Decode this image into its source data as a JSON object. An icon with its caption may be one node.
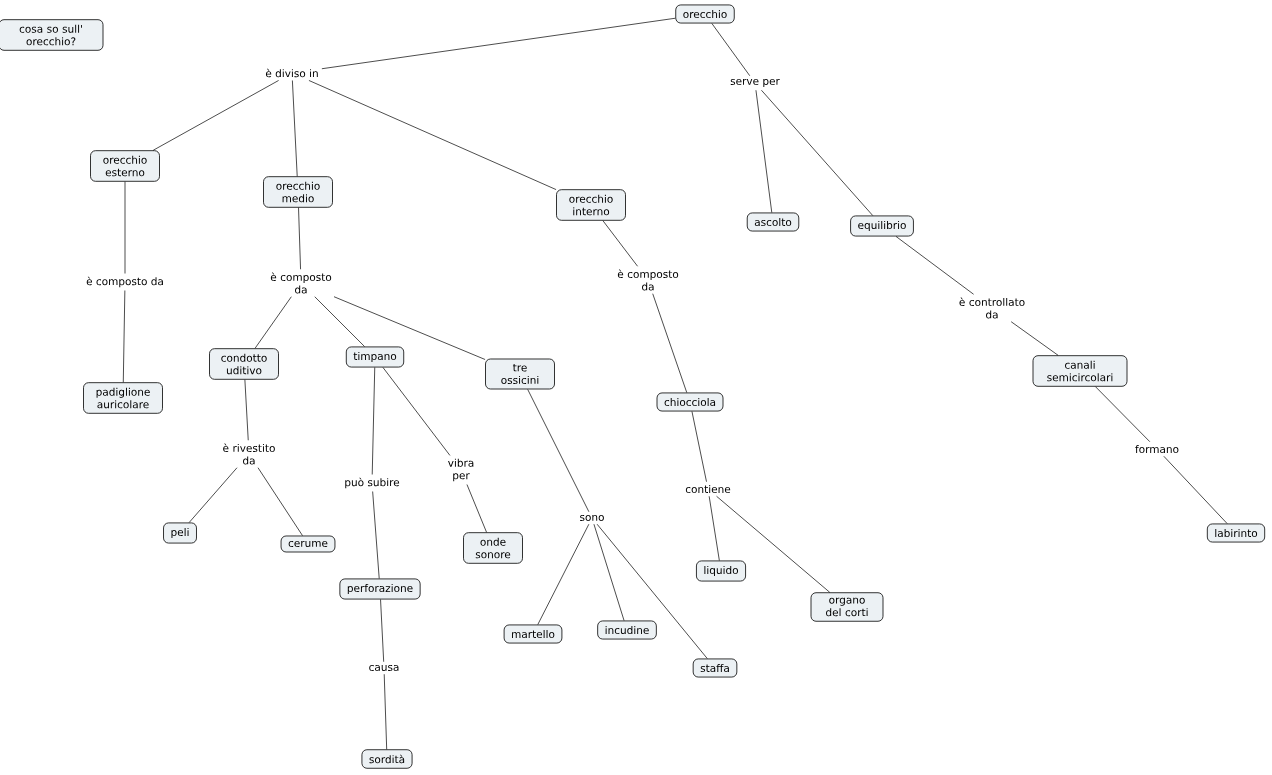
{
  "diagram": {
    "nodes": [
      {
        "text": [
          "cosa so sull' orecchio?"
        ]
      },
      {
        "text": [
          "orecchio"
        ]
      },
      {
        "text": [
          "è diviso in"
        ]
      },
      {
        "text": [
          "serve per"
        ]
      },
      {
        "text": [
          "orecchio esterno"
        ]
      },
      {
        "text": [
          "orecchio medio"
        ]
      },
      {
        "text": [
          "orecchio interno"
        ]
      },
      {
        "text": [
          "ascolto"
        ]
      },
      {
        "text": [
          "equilibrio"
        ]
      },
      {
        "text": [
          "è composto da"
        ]
      },
      {
        "text": [
          "è composto da"
        ]
      },
      {
        "text": [
          "è composto da"
        ]
      },
      {
        "text": [
          "è controllato da"
        ]
      },
      {
        "text": [
          "padiglione auricolare"
        ]
      },
      {
        "text": [
          "condotto uditivo"
        ]
      },
      {
        "text": [
          "timpano"
        ]
      },
      {
        "text": [
          "tre ossicini"
        ]
      },
      {
        "text": [
          "chiocciola"
        ]
      },
      {
        "text": [
          "canali semicircolari"
        ]
      },
      {
        "text": [
          "è rivestito da"
        ]
      },
      {
        "text": [
          "può subire"
        ]
      },
      {
        "text": [
          "vibra per"
        ]
      },
      {
        "text": [
          "formano"
        ]
      },
      {
        "text": [
          "peli"
        ]
      },
      {
        "text": [
          "cerume"
        ]
      },
      {
        "text": [
          "onde sonore"
        ]
      },
      {
        "text": [
          "sono"
        ]
      },
      {
        "text": [
          "contiene"
        ]
      },
      {
        "text": [
          "liquido"
        ]
      },
      {
        "text": [
          "organo del corti"
        ]
      },
      {
        "text": [
          "perforazione"
        ]
      },
      {
        "text": [
          "martello"
        ]
      },
      {
        "text": [
          "incudine"
        ]
      },
      {
        "text": [
          "staffa"
        ]
      },
      {
        "text": [
          "causa"
        ]
      },
      {
        "text": [
          "sordità"
        ]
      },
      {
        "text": [
          "labirinto"
        ]
      }
    ],
    "edges": [
      {
        "from": 1,
        "to": 2,
        "arrow": "none"
      },
      {
        "from": 2,
        "to": 4,
        "arrow": "none"
      },
      {
        "from": 2,
        "to": 5,
        "arrow": "none"
      },
      {
        "from": 2,
        "to": 6,
        "arrow": "none"
      },
      {
        "from": 1,
        "to": 3,
        "arrow": "none"
      },
      {
        "from": 3,
        "to": 7,
        "arrow": "none"
      },
      {
        "from": 3,
        "to": 8,
        "arrow": "none"
      },
      {
        "from": 4,
        "to": 9,
        "arrow": "none"
      },
      {
        "from": 9,
        "to": 13,
        "arrow": "none"
      },
      {
        "from": 5,
        "to": 10,
        "arrow": "none"
      },
      {
        "from": 10,
        "to": 14,
        "arrow": "none"
      },
      {
        "from": 10,
        "to": 15,
        "arrow": "none"
      },
      {
        "from": 10,
        "to": 16,
        "arrow": "none"
      },
      {
        "from": 6,
        "to": 11,
        "arrow": "none"
      },
      {
        "from": 11,
        "to": 17,
        "arrow": "none"
      },
      {
        "from": 8,
        "to": 12,
        "arrow": "none"
      },
      {
        "from": 12,
        "to": 18,
        "arrow": "none"
      },
      {
        "from": 18,
        "to": 22,
        "arrow": "none"
      },
      {
        "from": 22,
        "to": 36,
        "arrow": "none"
      },
      {
        "from": 14,
        "to": 19,
        "arrow": "none"
      },
      {
        "from": 19,
        "to": 23,
        "arrow": "none"
      },
      {
        "from": 19,
        "to": 24,
        "arrow": "none"
      },
      {
        "from": 15,
        "to": 20,
        "arrow": "none"
      },
      {
        "from": 20,
        "to": 30,
        "arrow": "none"
      },
      {
        "from": 15,
        "to": 21,
        "arrow": "none"
      },
      {
        "from": 21,
        "to": 25,
        "arrow": "none"
      },
      {
        "from": 16,
        "to": 26,
        "arrow": "none"
      },
      {
        "from": 26,
        "to": 31,
        "arrow": "none"
      },
      {
        "from": 26,
        "to": 32,
        "arrow": "none"
      },
      {
        "from": 26,
        "to": 33,
        "arrow": "none"
      },
      {
        "from": 17,
        "to": 27,
        "arrow": "none"
      },
      {
        "from": 27,
        "to": 28,
        "arrow": "none"
      },
      {
        "from": 27,
        "to": 29,
        "arrow": "none"
      },
      {
        "from": 30,
        "to": 34,
        "arrow": "none"
      },
      {
        "from": 34,
        "to": 35,
        "arrow": "none"
      }
    ]
  }
}
